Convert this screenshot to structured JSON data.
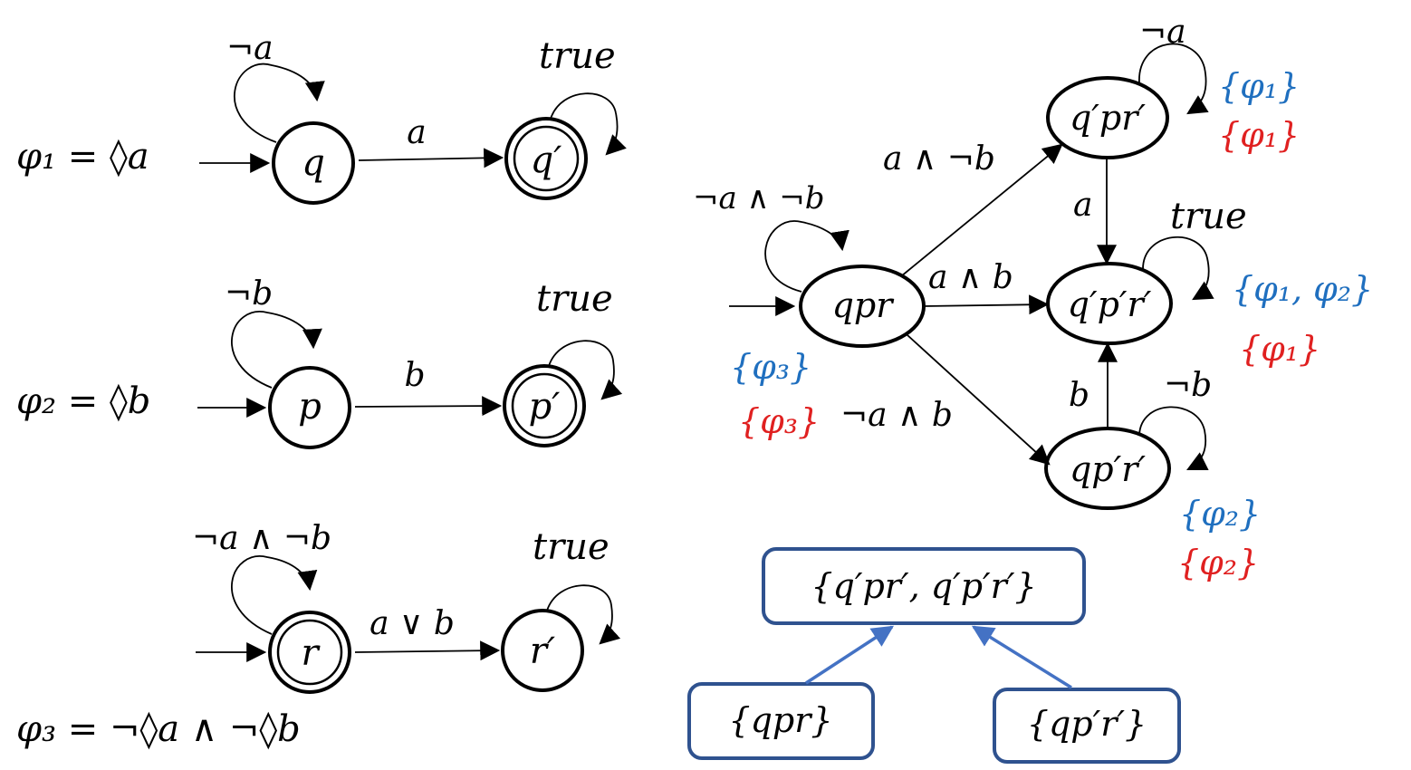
{
  "automata": {
    "phi1": {
      "formula": "φ₁ = ◊a",
      "state_q": "q",
      "state_q_prime": "q′",
      "self_loop_q": "¬a",
      "transition": "a",
      "self_loop_q_prime": "true"
    },
    "phi2": {
      "formula": "φ₂ = ◊b",
      "state_p": "p",
      "state_p_prime": "p′",
      "self_loop_p": "¬b",
      "transition": "b",
      "self_loop_p_prime": "true"
    },
    "phi3": {
      "formula": "φ₃ = ¬◊a ∧ ¬◊b",
      "state_r": "r",
      "state_r_prime": "r′",
      "self_loop_r": "¬a ∧ ¬b",
      "transition": "a ∨ b",
      "self_loop_r_prime": "true"
    }
  },
  "product": {
    "states": {
      "qpr": "qpr",
      "qppr": "q′pr′",
      "qpprp": "q′p′r′",
      "qprp": "qp′r′"
    },
    "edges": {
      "self_qpr": "¬a ∧ ¬b",
      "qpr_to_qppr": "a ∧ ¬b",
      "qpr_to_qpprp": "a ∧ b",
      "qpr_to_qprp": "¬a ∧ b",
      "self_qppr": "¬a",
      "qppr_to_qpprp": "a",
      "self_qpprp": "true",
      "qprp_to_qpprp": "b",
      "self_qprp": "¬b"
    },
    "annotations": {
      "qpr_blue": "{φ₃}",
      "qpr_red": "{φ₃}",
      "qppr_blue": "{φ₁}",
      "qppr_red": "{φ₁}",
      "qpprp_blue": "{φ₁, φ₂}",
      "qpprp_red": "{φ₁}",
      "qprp_blue": "{φ₂}",
      "qprp_red": "{φ₂}"
    },
    "colors": {
      "blue": "#1f6fbf",
      "red": "#e02020",
      "box_border": "#2f528f",
      "box_arrow": "#4472c4"
    }
  },
  "lattice": {
    "top": "{q′pr′, q′p′r′}",
    "left": "{qpr}",
    "right": "{qp′r′}"
  }
}
